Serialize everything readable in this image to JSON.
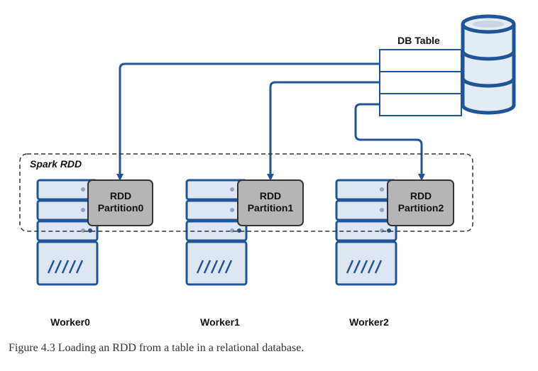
{
  "diagram": {
    "db_table_label": "DB Table",
    "spark_rdd_label": "Spark RDD",
    "partitions": [
      {
        "line1": "RDD",
        "line2": "Partition0"
      },
      {
        "line1": "RDD",
        "line2": "Partition1"
      },
      {
        "line1": "RDD",
        "line2": "Partition2"
      }
    ],
    "workers": [
      "Worker0",
      "Worker1",
      "Worker2"
    ],
    "colors": {
      "arrow": "#1f5596",
      "server_fill": "#dde6f2",
      "server_stroke": "#1f5596",
      "partition_fill": "#b5b5b5",
      "partition_stroke": "#333333",
      "db_fill": "#e3ebf4"
    }
  },
  "caption": "Figure 4.3 Loading an RDD from a table in a relational database."
}
